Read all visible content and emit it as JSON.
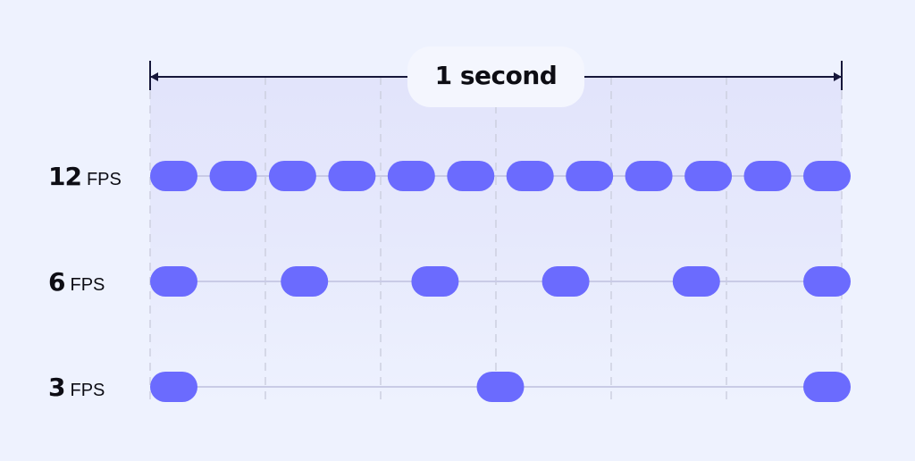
{
  "span_label": "1 second",
  "rows": [
    {
      "number": "12",
      "unit": "FPS",
      "frames": 12
    },
    {
      "number": "6",
      "unit": "FPS",
      "frames": 6
    },
    {
      "number": "3",
      "unit": "FPS",
      "frames": 3
    }
  ],
  "colors": {
    "background": "#eef2fe",
    "highlight": "#e2e4fb",
    "frame": "#6b6bfe",
    "track": "#c9cbe6",
    "grid": "#cdd0e0",
    "bracket": "#16173a",
    "text": "#0d0d14"
  }
}
